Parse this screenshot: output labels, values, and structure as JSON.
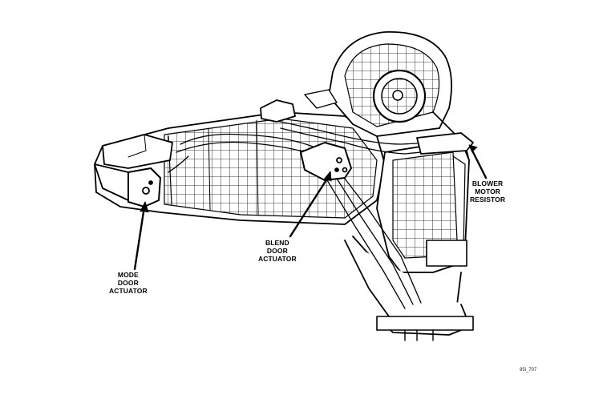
{
  "labels": {
    "blower_motor_resistor": [
      "BLOWER",
      "MOTOR",
      "RESISTOR"
    ],
    "blend_door_actuator": [
      "BLEND",
      "DOOR",
      "ACTUATOR"
    ],
    "mode_door_actuator": [
      "MODE",
      "DOOR",
      "ACTUATOR"
    ]
  },
  "figure_code": "95i_707",
  "colors": {
    "ink": "#000000",
    "paper": "#ffffff"
  }
}
